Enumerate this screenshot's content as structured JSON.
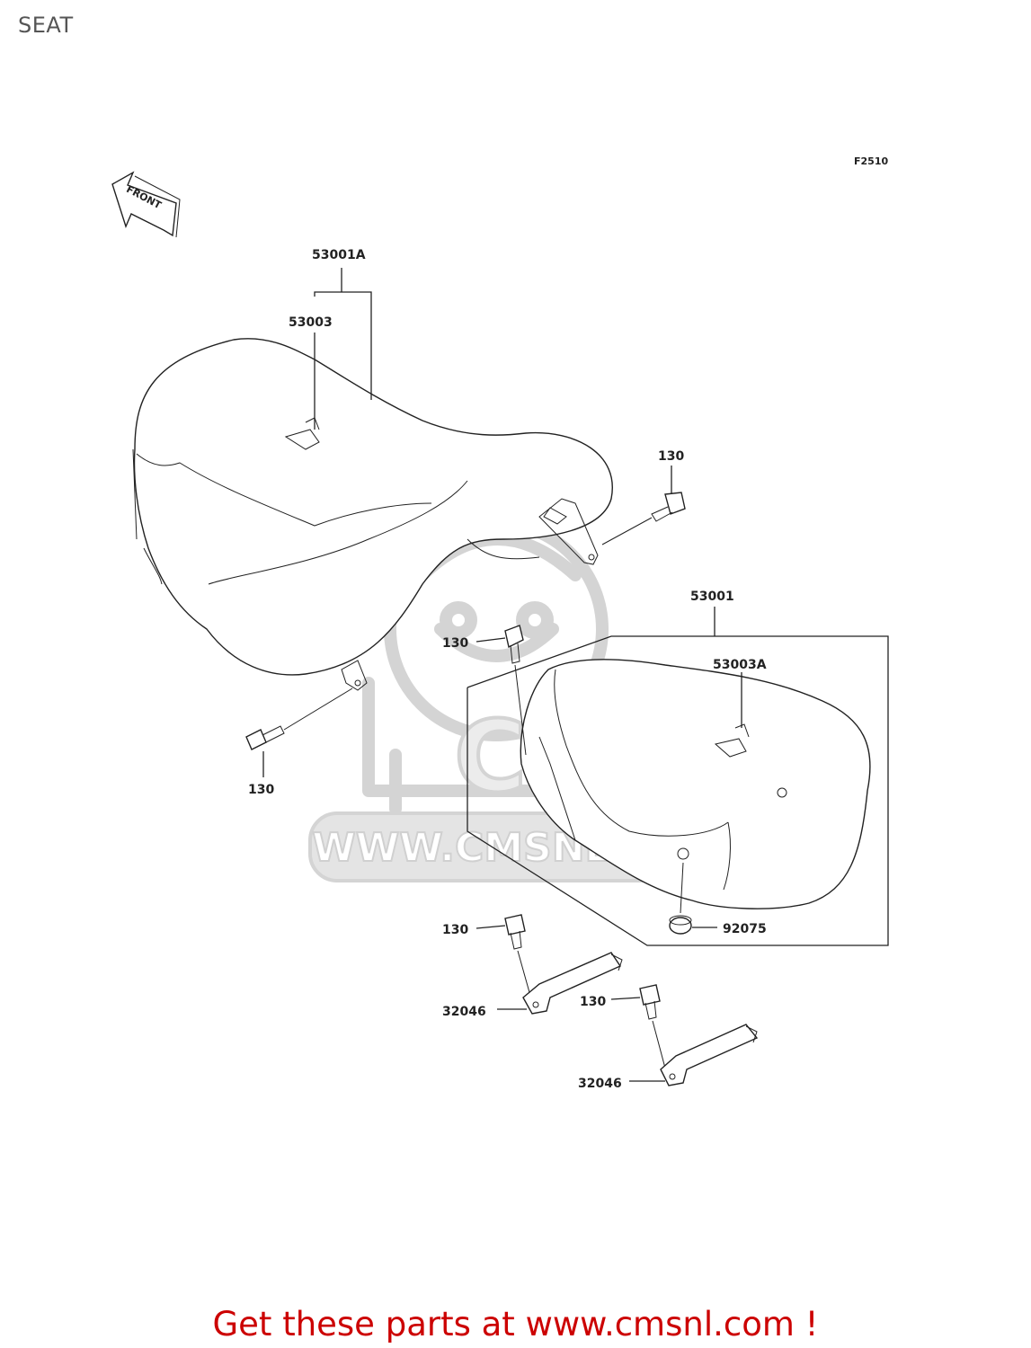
{
  "page": {
    "title": "SEAT",
    "figure_code": "F2510",
    "front_arrow_label": "FRONT",
    "footer_text": "Get these parts at www.cmsnl.com !"
  },
  "watermark": {
    "brand": "CMS",
    "url_text": "WWW.CMSNL.COM"
  },
  "callouts": {
    "seat_assy_front": "53001A",
    "strap_front": "53003",
    "bolt_front_right": "130",
    "seat_assy_rear": "53001",
    "bolt_rear_seat": "130",
    "strap_rear": "53003A",
    "bolt_front_left": "130",
    "damper": "92075",
    "bolt_bracket_1": "130",
    "bracket_1": "32046",
    "bolt_bracket_2": "130",
    "bracket_2": "32046"
  }
}
